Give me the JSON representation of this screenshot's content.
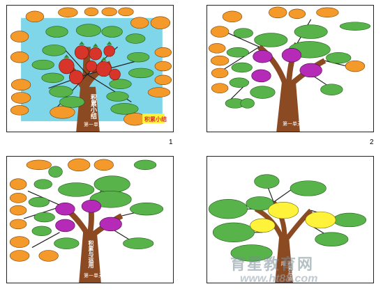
{
  "slides": [
    {
      "number": "1",
      "title": "积累小结",
      "trunk_caption": "第一单元",
      "badge": "积累小结"
    },
    {
      "number": "2",
      "trunk_caption": "第一单元"
    },
    {
      "number": "",
      "title": "积累与运用",
      "trunk_caption": "第一单元"
    },
    {
      "number": "",
      "trunk_caption": "积累与运用"
    }
  ],
  "watermark": {
    "main": "育星教育网",
    "url": "www.ht88.com"
  },
  "colors": {
    "orange": "#f39a2a",
    "green": "#57b34a",
    "magenta": "#b52bb8",
    "yellow": "#fff23a",
    "trunk": "#8b4a22",
    "sky": "#7fd6e8",
    "red": "#d8352a"
  }
}
